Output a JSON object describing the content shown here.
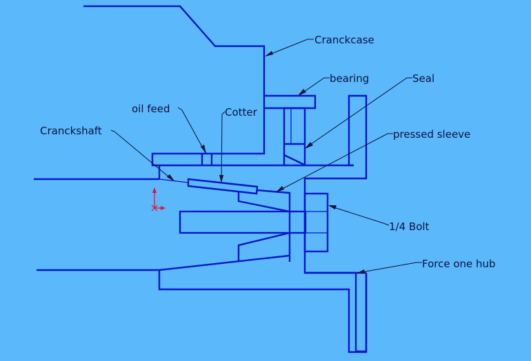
{
  "drawing": {
    "title": "Crankshaft hub assembly cross-section",
    "background_color": "#5bb8fb",
    "line_color": "#0a16c8",
    "leader_color": "#0a0f3a",
    "axis_color": "#e0103a",
    "labels": {
      "crankcase": "Cranckcase",
      "bearing": "bearing",
      "seal": "Seal",
      "oil_feed": "oil feed",
      "cotter": "Cotter",
      "crankshaft": "Cranckshaft",
      "pressed_sleeve": "pressed sleeve",
      "bolt": "1/4 Bolt",
      "hub": "Force one hub"
    }
  }
}
